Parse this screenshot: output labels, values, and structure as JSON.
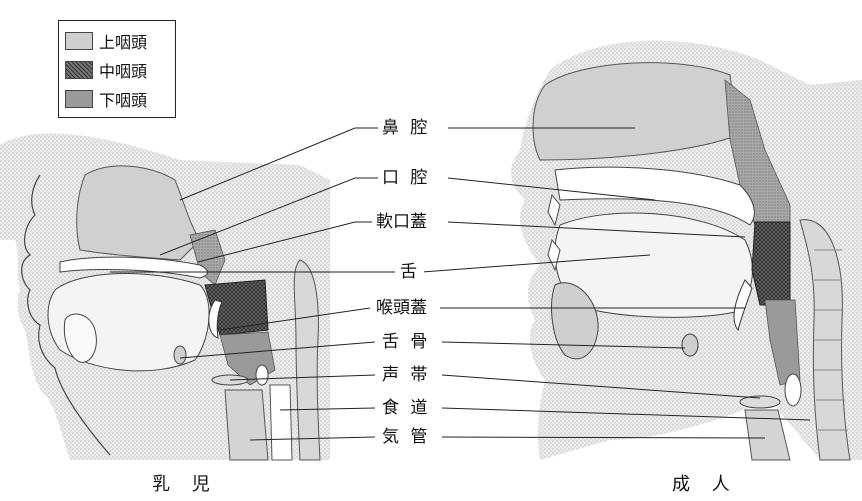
{
  "legend": [
    {
      "label": "上咽頭",
      "color": "#c4c4c4"
    },
    {
      "label": "中咽頭",
      "color": "#555555"
    },
    {
      "label": "下咽頭",
      "color": "#999999"
    }
  ],
  "labels": {
    "nasal_cavity": "鼻 腔",
    "oral_cavity": "口 腔",
    "soft_palate": "軟口蓋",
    "tongue": "舌",
    "epiglottis": "喉頭蓋",
    "hyoid": "舌 骨",
    "vocal_cords": "声 帯",
    "esophagus": "食 道",
    "trachea": "気 管"
  },
  "captions": {
    "infant": "乳 児",
    "adult": "成 人"
  }
}
